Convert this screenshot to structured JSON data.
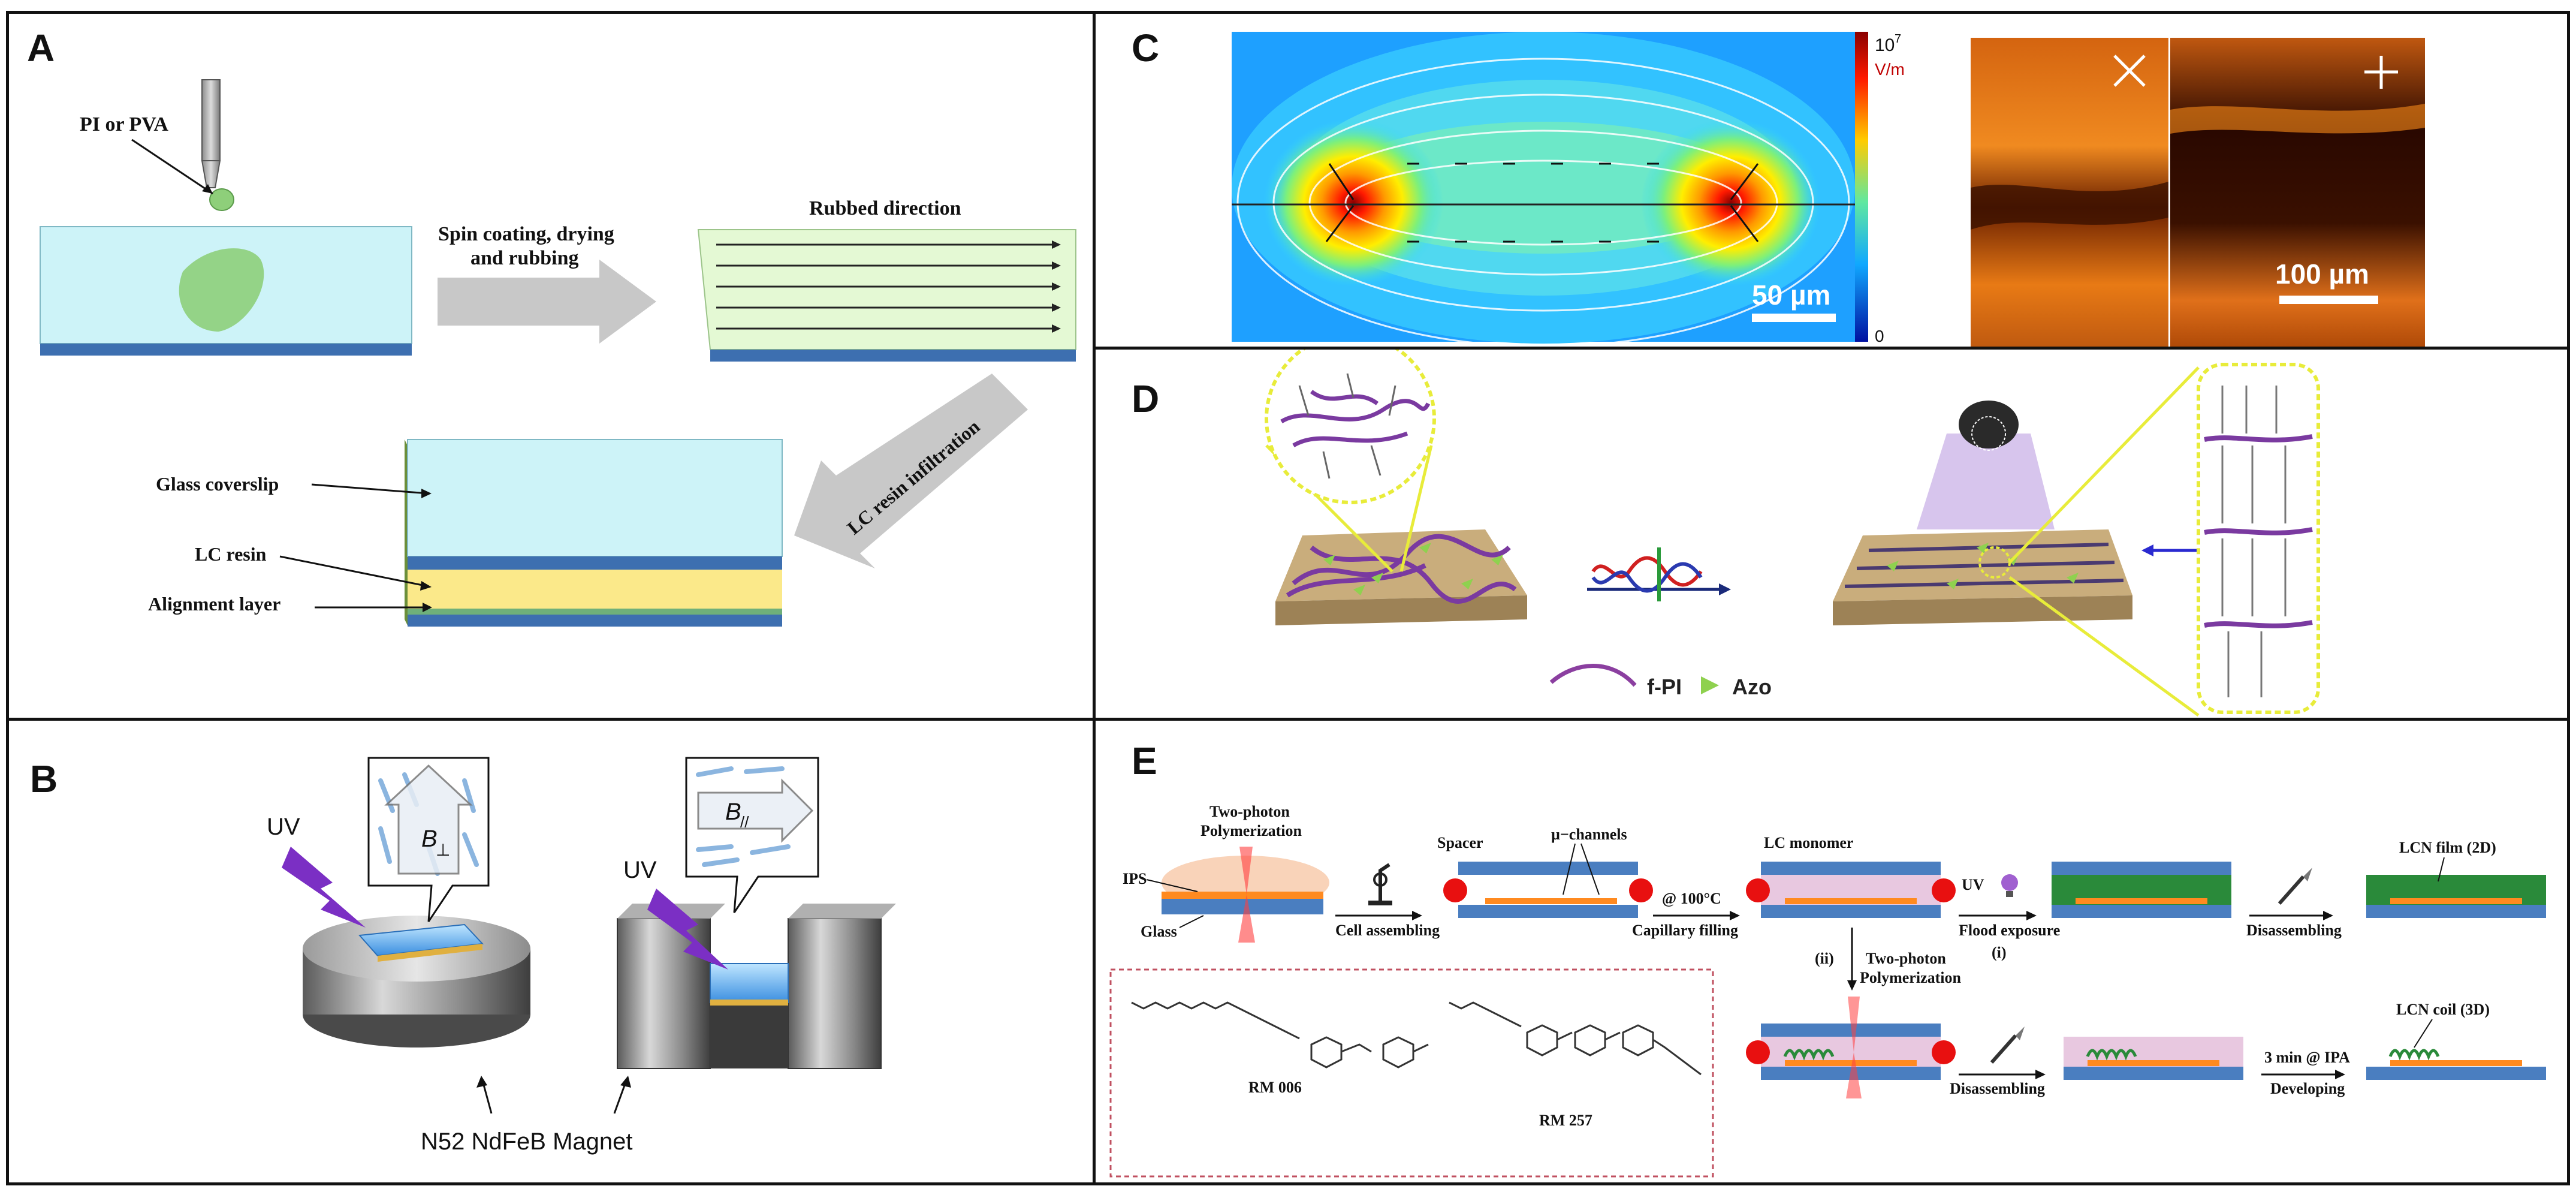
{
  "panels": {
    "a": {
      "label": "A",
      "pi_pva": "PI or PVA",
      "step1_line1": "Spin coating, drying",
      "step1_line2": "and rubbing",
      "rubbed": "Rubbed direction",
      "infiltration": "LC resin infiltration",
      "glass": "Glass coverslip",
      "lc_resin": "LC resin",
      "alignment": "Alignment layer"
    },
    "b": {
      "label": "B",
      "uv_left": "UV",
      "uv_right": "UV",
      "b_perp": "B",
      "b_perp_sub": "⊥",
      "b_par": "B",
      "b_par_sub": "//",
      "magnet": "N52 NdFeB Magnet"
    },
    "c": {
      "label": "C",
      "cb_top_base": "10",
      "cb_top_exp": "7",
      "cb_unit": "V/m",
      "cb_bottom": "0",
      "scale1": "50  µm",
      "scale2": "100  µm",
      "colors": {
        "hot": "#ff1a00",
        "cool": "#0019ff",
        "pom_dark": "#2a0a00",
        "pom_bright": "#e8780a"
      }
    },
    "d": {
      "label": "D",
      "legend_fpi": "f-PI",
      "legend_azo": "Azo",
      "colors": {
        "chain": "#8b3fa0",
        "azo": "#8fd14f",
        "slab": "#b59a6a",
        "beam": "#7a3fc4"
      }
    },
    "e": {
      "label": "E",
      "two_photon_1": "Two-photon",
      "polymerization_1": "Polymerization",
      "ips": "IPS",
      "glass": "Glass",
      "cell_assembling": "Cell assembling",
      "spacer": "Spacer",
      "channels": "µ−channels",
      "at100": "@ 100°C",
      "capillary": "Capillary filling",
      "lc_monomer": "LC monomer",
      "uv": "UV",
      "flood": "Flood exposure",
      "i": "(i)",
      "ii": "(ii)",
      "disassembling_1": "Disassembling",
      "lcn_film": "LCN film (2D)",
      "two_photon_2": "Two-photon",
      "polymerization_2": "Polymerization",
      "disassembling_2": "Disassembling",
      "ipa": "3 min @ IPA",
      "developing": "Developing",
      "lcn_coil": "LCN coil (3D)",
      "rm006": "RM 006",
      "rm257": "RM 257"
    }
  }
}
